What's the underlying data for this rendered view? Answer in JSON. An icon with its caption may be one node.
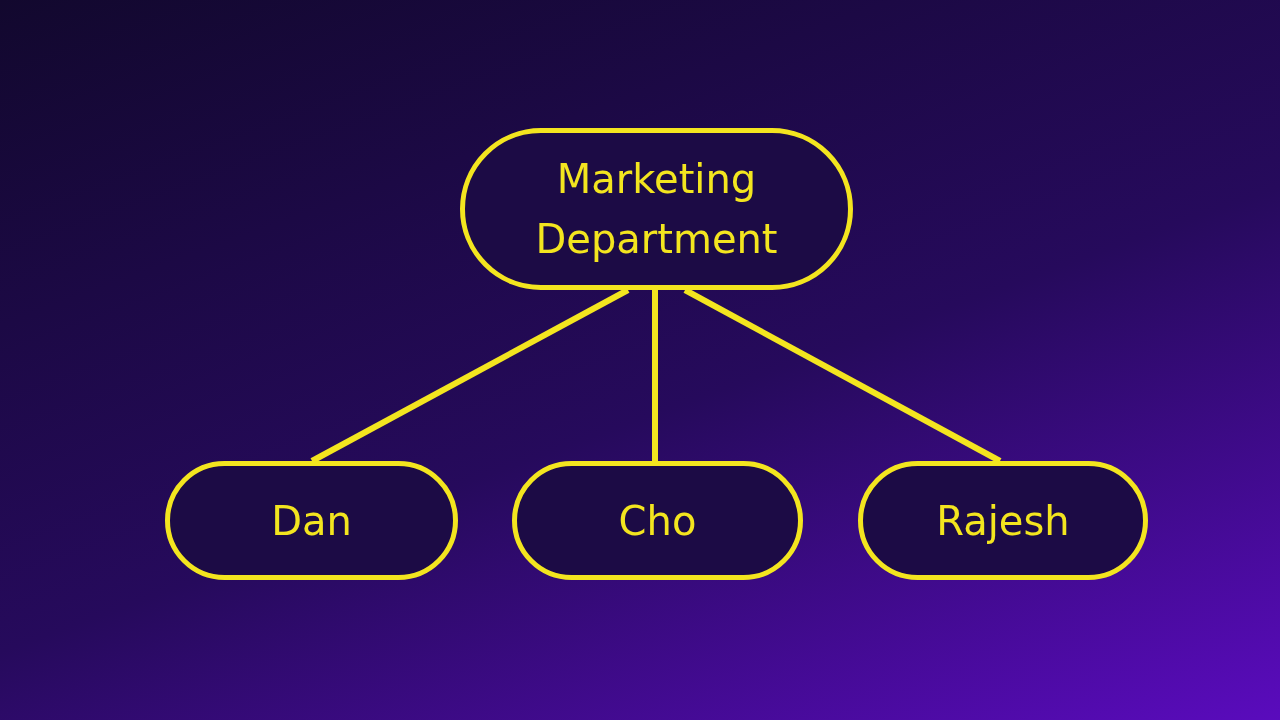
{
  "diagram": {
    "nodes": [
      {
        "text": [
          "Marketing Department"
        ]
      },
      {
        "text": [
          "Dan"
        ]
      },
      {
        "text": [
          "Cho"
        ]
      },
      {
        "text": [
          "Rajesh"
        ]
      }
    ],
    "edges": [
      {
        "from": 0,
        "to": 1,
        "arrow": "none"
      },
      {
        "from": 0,
        "to": 2,
        "arrow": "none"
      },
      {
        "from": 0,
        "to": 3,
        "arrow": "none"
      }
    ]
  }
}
